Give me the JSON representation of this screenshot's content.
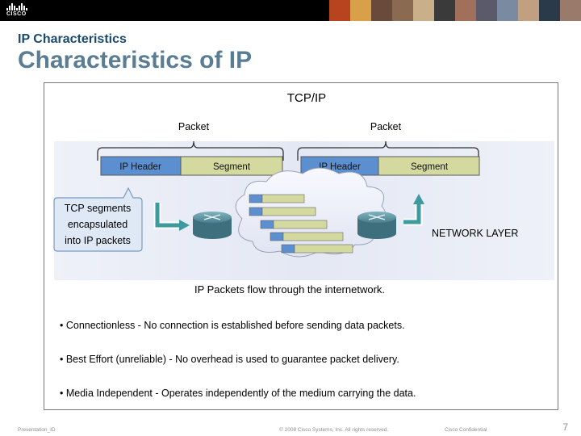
{
  "header": {
    "logo_text": "CISCO",
    "section_title": "IP Characteristics",
    "title": "Characteristics of IP"
  },
  "diagram": {
    "title": "TCP/IP",
    "packets": [
      {
        "label": "Packet",
        "header": "IP Header",
        "segment": "Segment"
      },
      {
        "label": "Packet",
        "header": "IP Header",
        "segment": "Segment"
      }
    ],
    "callout": [
      "TCP segments",
      "encapsulated",
      "into IP packets"
    ],
    "layer_label": "NETWORK LAYER",
    "caption": "IP Packets flow through the internetwork."
  },
  "bullets": [
    "• Connectionless - No connection is established before sending data packets.",
    "• Best Effort (unreliable) - No overhead is used to guarantee packet delivery.",
    "• Media Independent - Operates independently of the medium carrying the data."
  ],
  "footer": {
    "left": "Presentation_ID",
    "center": "© 2008 Cisco Systems, Inc. All rights reserved.",
    "right": "Cisco Confidential",
    "page": "7"
  },
  "colors": {
    "ip_header": "#5b8fd0",
    "segment": "#d4d9a0",
    "router": "#4a7f8c",
    "arrow": "#3d9a9e",
    "title_blue": "#1a4a6e"
  }
}
